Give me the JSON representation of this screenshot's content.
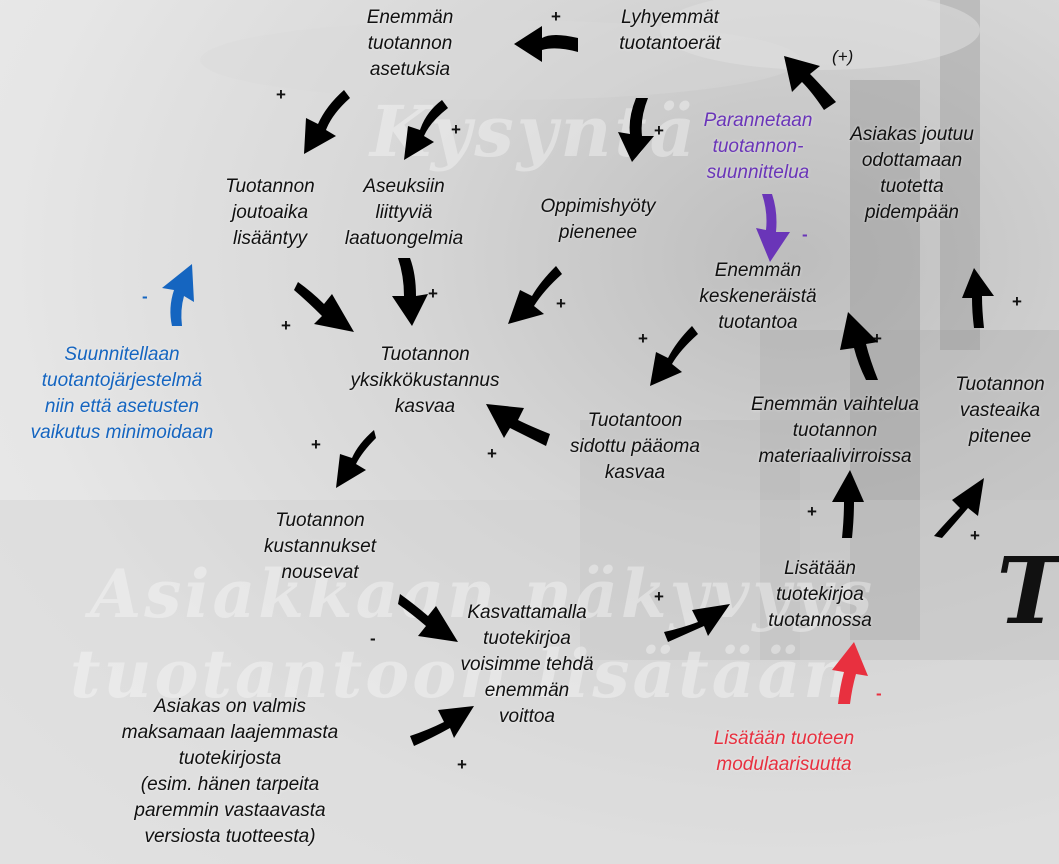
{
  "nodes": {
    "more_setups": [
      "Enemmän",
      "tuotannon",
      "asetuksia"
    ],
    "shorter_batches": [
      "Lyhyemmät",
      "tuotantoerät"
    ],
    "improve_planning": [
      "Parannetaan",
      "tuotannon-",
      "suunnittelua"
    ],
    "customer_waits": [
      "Asiakas joutuu",
      "odottamaan",
      "tuotetta",
      "pidempään"
    ],
    "idle_time": [
      "Tuotannon",
      "joutoaika",
      "lisääntyy"
    ],
    "setup_quality": [
      "Aseuksiin",
      "liittyviä",
      "laatuongelmia"
    ],
    "learning": [
      "Oppimishyöty",
      "pienenee"
    ],
    "wip": [
      "Enemmän",
      "keskeneräistä",
      "tuotantoa"
    ],
    "design_system": [
      "Suunnitellaan",
      "tuotantojärjestelmä",
      "niin että asetusten",
      "vaikutus minimoidaan"
    ],
    "unit_cost": [
      "Tuotannon",
      "yksikkökustannus",
      "kasvaa"
    ],
    "capital": [
      "Tuotantoon",
      "sidottu pääoma",
      "kasvaa"
    ],
    "variation": [
      "Enemmän vaihtelua",
      "tuotannon",
      "materiaalivirroissa"
    ],
    "response_time": [
      "Tuotannon",
      "vasteaika",
      "pitenee"
    ],
    "costs_rise": [
      "Tuotannon",
      "kustannukset",
      "nousevat"
    ],
    "add_catalog": [
      "Lisätään",
      "tuotekirjoa",
      "tuotannossa"
    ],
    "profit": [
      "Kasvattamalla",
      "tuotekirjoa",
      "voisimme tehdä",
      "enemmän",
      "voittoa"
    ],
    "customer_pays": [
      "Asiakas on valmis",
      "maksamaan laajemmasta",
      "tuotekirjosta",
      "(esim. hänen tarpeita",
      "paremmin vastaavasta",
      "versiosta tuotteesta)"
    ],
    "modularity": [
      "Lisätään tuoteen",
      "modulaarisuutta"
    ]
  },
  "signs": {
    "plus": "+",
    "minus": "-",
    "plus_paren": "(+)"
  },
  "watermark": {
    "line1": "Asiakkaan näkyvyys",
    "line2": "tuotantoon lisätään",
    "top": "Kysyntä",
    "big_letter": "T"
  },
  "colors": {
    "arrow_default": "#000000",
    "arrow_blue": "#1565c0",
    "arrow_purple": "#6a35b8",
    "arrow_red": "#e8303f",
    "text_blue": "#1565c0",
    "text_purple": "#6a35b8",
    "text_red": "#e8303f"
  }
}
